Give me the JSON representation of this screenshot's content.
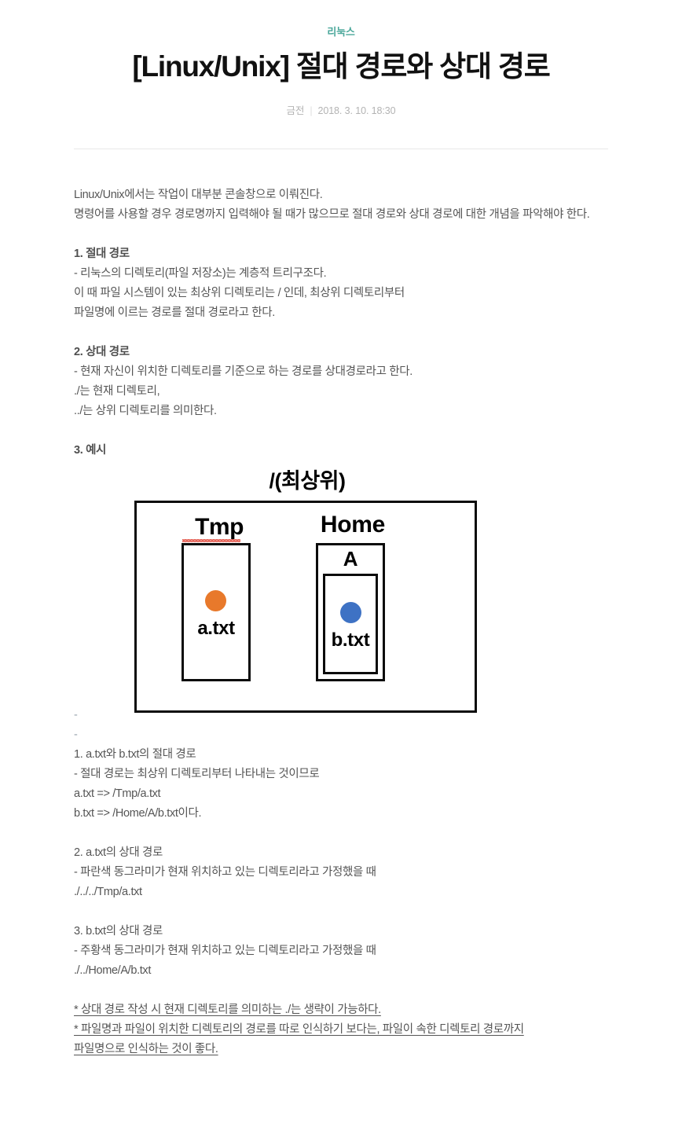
{
  "header": {
    "category": "리눅스",
    "title": "[Linux/Unix] 절대 경로와 상대 경로",
    "author": "금전",
    "meta_separator": "|",
    "date": "2018. 3. 10. 18:30"
  },
  "colors": {
    "category": "#4aa79a",
    "title": "#111111",
    "meta": "#b3b3b3",
    "body": "#555555",
    "divider": "#e8e8e8",
    "diagram_stroke": "#0b0b0b",
    "dot_orange": "#e8792b",
    "dot_blue": "#3e72c4",
    "spellcheck_squiggle": "#e2483c"
  },
  "body": {
    "intro": [
      "Linux/Unix에서는 작업이 대부분 콘솔창으로 이뤄진다.",
      "명령어를 사용할 경우 경로명까지 입력해야 될 때가 많으므로 절대 경로와 상대 경로에 대한 개념을 파악해야 한다."
    ],
    "section1": {
      "heading": "1. 절대 경로",
      "lines": [
        "- 리눅스의 디렉토리(파일 저장소)는 계층적 트리구조다.",
        "이 때 파일 시스템이 있는 최상위 디렉토리는 / 인데, 최상위 디렉토리부터",
        "파일명에 이르는 경로를 절대 경로라고 한다."
      ]
    },
    "section2": {
      "heading": "2. 상대 경로",
      "lines": [
        "- 현재 자신이 위치한 디렉토리를 기준으로 하는 경로를 상대경로라고 한다.",
        "./는 현재 디렉토리,",
        "../는 상위 디렉토리를 의미한다."
      ]
    },
    "section3": {
      "heading": "3. 예시"
    },
    "after_diagram": {
      "dash1": "-",
      "dash2": "-"
    },
    "example1": {
      "heading": "1. a.txt와 b.txt의 절대 경로",
      "lines": [
        "- 절대 경로는 최상위 디렉토리부터 나타내는 것이므로",
        "a.txt => /Tmp/a.txt",
        "b.txt => /Home/A/b.txt이다."
      ]
    },
    "example2": {
      "heading": "2. a.txt의 상대 경로",
      "lines": [
        "- 파란색 동그라미가 현재 위치하고 있는 디렉토리라고 가정했을 때",
        "./../../Tmp/a.txt"
      ]
    },
    "example3": {
      "heading": "3. b.txt의 상대 경로",
      "lines": [
        "- 주황색 동그라미가 현재 위치하고 있는 디렉토리라고 가정했을 때",
        "./../Home/A/b.txt"
      ]
    },
    "notes": [
      "* 상대 경로 작성 시 현재 디렉토리를 의미하는 ./는 생략이 가능하다.",
      "* 파일명과 파일이 위치한 디렉토리의 경로를 따로 인식하기 보다는, 파일이 속한 디렉토리 경로까지",
      "파일명으로 인식하는 것이 좋다."
    ]
  },
  "diagram": {
    "root_label": "/(최상위)",
    "tmp_label": "Tmp",
    "home_label": "Home",
    "a_label": "A",
    "atxt_label": "a.txt",
    "btxt_label": "b.txt"
  }
}
